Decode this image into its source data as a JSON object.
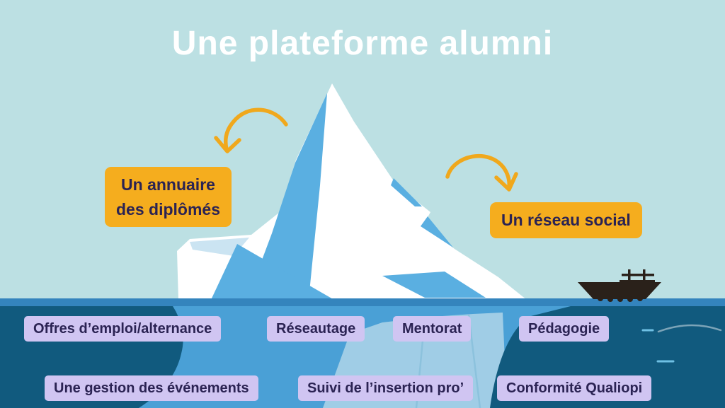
{
  "title": "Une plateforme alumni",
  "colors": {
    "sky": "#bce0e3",
    "berg-facet": "#5aafe1",
    "berg-facet-light": "#cbe4f2",
    "water": "#4aa0d6",
    "waterline": "#3484bd",
    "deep": "#115a7e",
    "berg-underwater": "#a0cde6",
    "berg-underwater-line": "#8cc2dd",
    "accent-yellow": "#f5ad1e",
    "label-lavender": "#d0c5f2",
    "text-dark": "#2b2353",
    "boat": "#2a211a",
    "arrow": "#f0a81c",
    "dash": "#6fc0e4"
  },
  "surface_labels": {
    "annuaire": {
      "line1": "Un annuaire",
      "line2": "des diplômés"
    },
    "reseau": {
      "text": "Un réseau  social"
    }
  },
  "underwater_labels": [
    {
      "id": "offres",
      "text": "Offres d’emploi/alternance"
    },
    {
      "id": "reseautage",
      "text": "Réseautage"
    },
    {
      "id": "mentorat",
      "text": "Mentorat"
    },
    {
      "id": "pedagogie",
      "text": "Pédagogie"
    },
    {
      "id": "gestion",
      "text": "Une gestion des événements"
    },
    {
      "id": "insertion",
      "text": "Suivi de l’insertion pro’"
    },
    {
      "id": "qualiopi",
      "text": "Conformité Qualiopi"
    }
  ]
}
